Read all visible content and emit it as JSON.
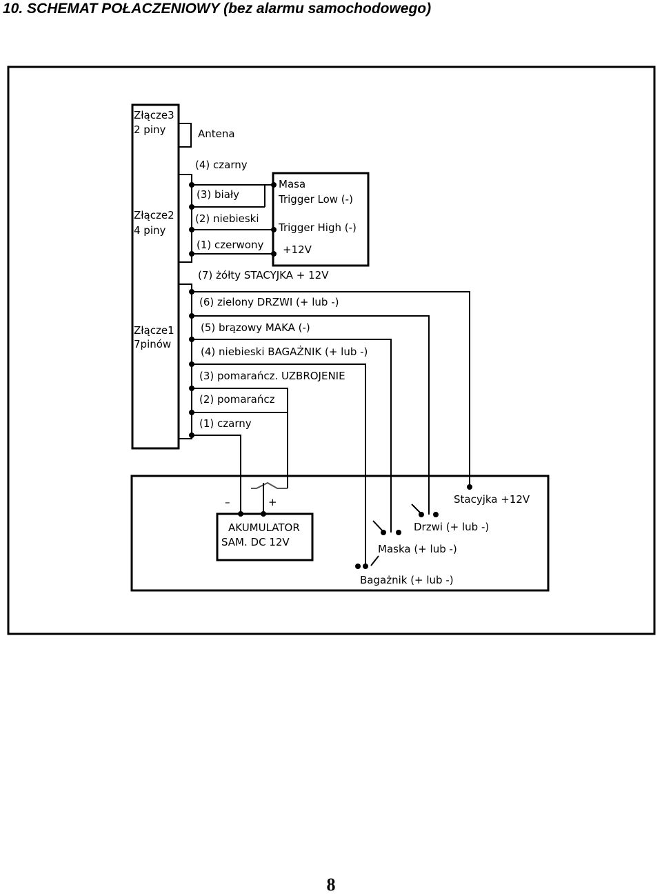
{
  "header": {
    "title": "10. SCHEMAT POŁACZENIOWY (bez alarmu samochodowego)"
  },
  "footer": {
    "page_number": "8"
  },
  "diagram": {
    "connectors": {
      "c3": [
        "Złącze3",
        "2 piny"
      ],
      "c2": [
        "Złącze2",
        "4 piny"
      ],
      "c1": [
        "Złącze1",
        "7pinów"
      ]
    },
    "antenna": "Antena",
    "c2_wires": [
      "(4) czarny",
      "(3) biały",
      "(2) niebieski",
      "(1) czerwony"
    ],
    "trigger_box": [
      "Masa",
      "Trigger Low (-)",
      "Trigger High (-)",
      "+12V"
    ],
    "c1_wires": [
      "(7) żółty   STACYJKA + 12V",
      "(6) zielony DRZWI (+ lub -)",
      "(5) brązowy  MAKA (-)",
      "(4) niebieski BAGAŻNIK (+ lub -)",
      "(3) pomarańcz.  UZBROJENIE",
      "(2) pomarańcz",
      "(1) czarny"
    ],
    "battery": {
      "line1": "AKUMULATOR",
      "line2": "SAM.   DC 12V",
      "minus": "–",
      "plus": "+"
    },
    "car_labels": [
      "Stacyjka +12V",
      "Drzwi (+ lub -)",
      "Maska (+ lub -)",
      "Bagażnik (+ lub -)"
    ]
  }
}
